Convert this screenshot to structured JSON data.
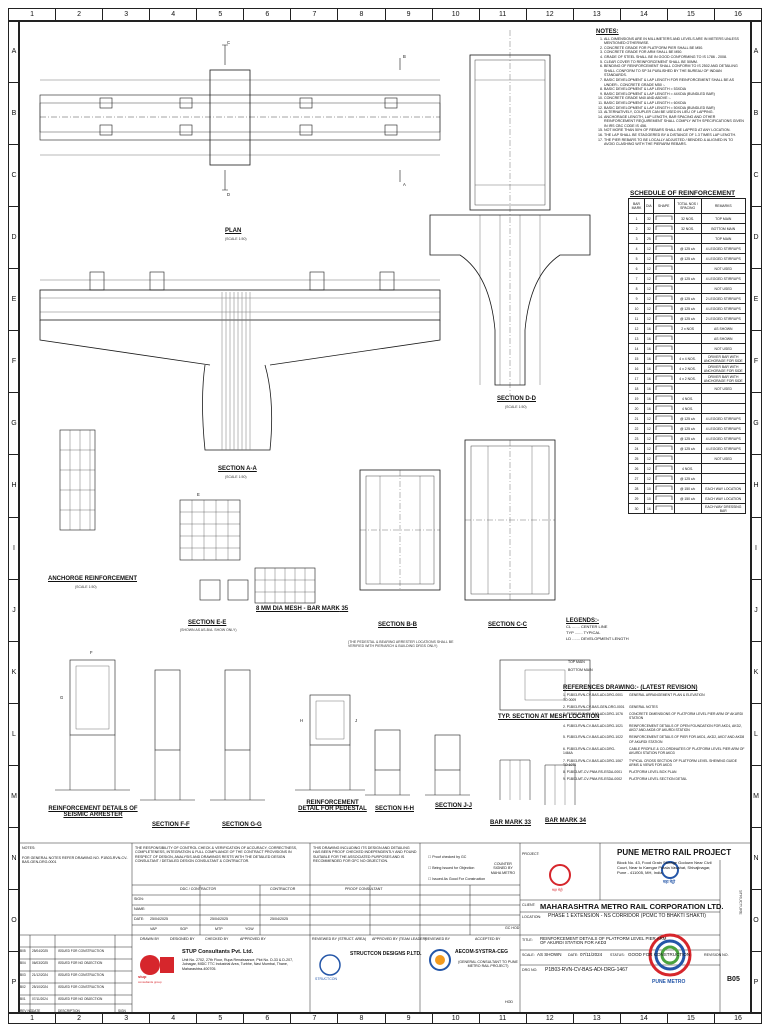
{
  "ruler": {
    "cols": [
      "1",
      "2",
      "3",
      "4",
      "5",
      "6",
      "7",
      "8",
      "9",
      "10",
      "11",
      "12",
      "13",
      "14",
      "15",
      "16"
    ],
    "rows": [
      "A",
      "B",
      "C",
      "D",
      "E",
      "F",
      "G",
      "H",
      "I",
      "J",
      "K",
      "L",
      "M",
      "N",
      "O",
      "P"
    ]
  },
  "views": {
    "plan": "PLAN",
    "section_aa": "SECTION A-A",
    "section_dd": "SECTION D-D",
    "anchorage": "ANCHORGE REINFORCEMENT",
    "section_ee": "SECTION E-E",
    "mesh": "8 MM DIA MESH - BAR MARK",
    "mesh_mark": "35",
    "section_bb": "SECTION B-B",
    "section_cc": "SECTION C-C",
    "seismic": "REINFORCEMENT DETAILS OF SEISMIC ARRESTER",
    "section_ff": "SECTION F-F",
    "section_gg": "SECTION G-G",
    "pedestal": "REINFORCEMENT DETAIL FOR PEDESTAL",
    "section_hh": "SECTION H-H",
    "section_jj": "SECTION J-J",
    "typ_section": "TYP. SECTION AT MESH LOCATION",
    "bar_33": "BAR MARK",
    "bar_33_no": "33",
    "bar_34": "BAR MARK",
    "bar_34_no": "34",
    "scale": "(SCALE 1:50)",
    "section_ee_note": "(SHOWN AS AS-B/A. SHOW ONLY)",
    "section_bb_note": "(THE PEDESTAL & BEARING ARRESTER LOCATIONS SHALL BE VERIFIED WITH PIER/ARCH & BUILDING DRGS ONLY)",
    "cut_a": "A",
    "cut_b": "B",
    "cut_c": "C",
    "cut_d": "D",
    "cut_e": "E",
    "cut_f": "F",
    "cut_g": "G",
    "cut_h": "H",
    "cut_j": "J"
  },
  "notes": {
    "title": "NOTES:",
    "items": [
      "ALL DIMENSIONS ARE IN MILLIMETERS AND LEVELS ARE IN METERS UNLESS MENTIONED OTHERWISE.",
      "CONCRETE GRADE FOR PLATFORM PIER SHALL BE M50.",
      "CONCRETE GRADE FOR ARM SHALL BE M50.",
      "GRADE OF STEEL SHALL BE IN GOOD CONFORMING TO IS 1786 - 2008.",
      "CLEAR COVER TO REINFORCEMENT SHALL BE 50MM.",
      "BENDING OF REINFORCEMENT SHALL CONFORM TO IS 2502 AND DETAILING SHALL CONFORM TO SP 34 PUBLISHED BY THE BUREAU OF INDIAN STANDARDS.",
      "BASIC DEVELOPMENT & LAP LENGTH FOR REINFORCEMENT SHALL BE AS UNDER:- CONCRETE GRADE M50 :-",
      "BASIC DEVELOPMENT & LAP LENGTH = 53XDIA",
      "BASIC DEVELOPMENT & LAP LENGTH = 44XDIA (BUNDLED BAR)",
      "CONCRETE GRADE M40 AND ABOVE :-",
      "BASIC DEVELOPMENT & LAP LENGTH = 60XDIA",
      "BASIC DEVELOPMENT & LAP LENGTH = 50XDIA (BUNDLED BAR)",
      "ALTERNATIVELY, COUPLER CAN BE USED IN LIEU OF LAPPING.",
      "ANCHORAGE LENGTH, LAP LENGTH, BAR SPACING AND OTHER REINFORCEMENT REQUIREMENT SHALL COMPLY WITH SPECIFICATIONS GIVEN IN IRS CBC CODE IS 456.",
      "NOT MORE THAN 50% OF REBARS SHALL BE LAPPED AT ANY LOCATION.",
      "THE LAP SHALL BE STAGGERED BY A DISTANCE OF 1.3 TIMES LAP LENGTH.",
      "THE PIER REBARS TO BE LOCALLY ADJUSTED / BENDED & ALIGNED IN TO AVOID CLASHING WITH THE PIERARM REBARS."
    ]
  },
  "schedule": {
    "title": "SCHEDULE OF REINFORCEMENT",
    "headers": [
      "BAR MARK",
      "DIA",
      "SHAPE",
      "TOTAL NOS / SPACING",
      "REMARKS"
    ],
    "rows": [
      [
        "1",
        "32",
        "",
        "32 NOS.",
        "TOP MAIN"
      ],
      [
        "2",
        "32",
        "",
        "32 NOS.",
        "BOTTOM MAIN"
      ],
      [
        "3",
        "25",
        "",
        "",
        "TOP MAIN"
      ],
      [
        "4",
        "12",
        "",
        "@ 125 c/c",
        "4 LEGGED STIRRUPS"
      ],
      [
        "5",
        "12",
        "",
        "@ 125 c/c",
        "4 LEGGED STIRRUPS"
      ],
      [
        "6",
        "12",
        "",
        "",
        "NOT USED"
      ],
      [
        "7",
        "12",
        "",
        "@ 125 c/c",
        "4 LEGGED STIRRUPS"
      ],
      [
        "8",
        "12",
        "",
        "",
        "NOT USED"
      ],
      [
        "9",
        "12",
        "",
        "@ 125 c/c",
        "2 LEGGED STIRRUPS"
      ],
      [
        "10",
        "12",
        "",
        "@ 125 c/c",
        "4 LEGGED STIRRUPS"
      ],
      [
        "11",
        "12",
        "",
        "@ 125 c/c",
        "2 LEGGED STIRRUPS"
      ],
      [
        "12",
        "16",
        "",
        "2 x NOS",
        "AS SHOWN"
      ],
      [
        "13",
        "16",
        "",
        "",
        "AS SHOWN"
      ],
      [
        "14",
        "16",
        "",
        "",
        "NOT USED"
      ],
      [
        "15",
        "16",
        "",
        "4 x 4 NOS.",
        "DRIVER BAR WITH ANCHORAGE FOR SIDE"
      ],
      [
        "16",
        "16",
        "",
        "4 x 2 NOS.",
        "DRIVER BAR WITH ANCHORAGE FOR SIDE"
      ],
      [
        "17",
        "16",
        "",
        "4 x 2 NOS.",
        "DRIVER BAR WITH ANCHORAGE FOR SIDE"
      ],
      [
        "18",
        "16",
        "",
        "",
        "NOT USED"
      ],
      [
        "19",
        "16",
        "",
        "4 NOS.",
        ""
      ],
      [
        "20",
        "16",
        "",
        "4 NOS.",
        ""
      ],
      [
        "21",
        "12",
        "",
        "@ 125 c/c",
        "4 LEGGED STIRRUPS"
      ],
      [
        "22",
        "12",
        "",
        "@ 125 c/c",
        "4 LEGGED STIRRUPS"
      ],
      [
        "23",
        "12",
        "",
        "@ 125 c/c",
        "4 LEGGED STIRRUPS"
      ],
      [
        "24",
        "12",
        "",
        "@ 125 c/c",
        "4 LEGGED STIRRUPS"
      ],
      [
        "25",
        "12",
        "",
        "",
        "NOT USED"
      ],
      [
        "26",
        "12",
        "",
        "4 NOS.",
        ""
      ],
      [
        "27",
        "12",
        "",
        "@ 125 c/c",
        ""
      ],
      [
        "28",
        "10",
        "",
        "@ 150 c/c",
        "EACH WAY LOCATION"
      ],
      [
        "29",
        "10",
        "",
        "@ 150 c/c",
        "EACH WAY LOCATION"
      ],
      [
        "30",
        "16",
        "",
        "",
        "EACH WAY DRESSING BAR"
      ]
    ]
  },
  "legends": {
    "title": "LEGENDS:-",
    "items": [
      "CL ....... CENTER LINE",
      "TYP ....... TYPICAL",
      "LD ....... DEVELOPMENT LENGTH"
    ],
    "top_main": "TOP MAIN",
    "bottom_main": "BOTTOM MAIN"
  },
  "references": {
    "title": "REFERENCES DRAWING:- (LATEST REVISION)",
    "rows": [
      [
        "1. P1B03-RVN-CV-BAS-ADI-DRG-0001 TO 0009",
        "GENERAL ARRANGEMENT PLAN & ELEVATION"
      ],
      [
        "2. P1B03-RVN-CV-BAS-GEN-DRG-0001",
        "GENERAL NOTES"
      ],
      [
        "3. P1B03-RVN-CV-BAS-ADI-DRG-1076",
        "CONCRETE DIMENSIONS OF PLATFORM LEVEL PIER ARM OF AKURDI STATION"
      ],
      [
        "4. P1B03-RVN-CV-BAS-ADI-DRG-1021",
        "REINFORCEMENT DETAILS OF OPEN FOUNDATION FOR AKD1, AKD2, AKD7 AND AKD8 OF AKURDI STATION"
      ],
      [
        "5. P1B03-RVN-CV-BAS-ADI-DRG-1022",
        "REINFORCEMENT DETAILS OF PIER FOR AKD1, AKD2, AKD7 AND AKD8 OF AKURDI STATION"
      ],
      [
        "6. P1B03-RVN-CV-BAS-ADI-DRG-1464A",
        "CABLE PROFILE & CO-ORDINATES OF PLATFORM LEVEL PIER ARM OF AKURDI STATION FOR AKD3"
      ],
      [
        "7. P1B03-RVN-CV-BAS-ADI-DRG-1067 TO 1075",
        "TYPICAL CROSS SECTION OF PLATFORM LEVEL SHEWING GUIDE ARMS & VIEWS FOR AKD3"
      ],
      [
        "8. P1B03-MT-CV-PNM-RS-ESDA-0001",
        "PLATFORM LEVEL BOX PLAN"
      ],
      [
        "9. P1B03-MT-CV-PNM-RS-ESDA-0002",
        "PLATFORM LEVEL SECTION DETAIL"
      ]
    ]
  },
  "titleblock": {
    "notes_label": "NOTES:",
    "note_1": "FOR GENERAL NOTES REFER DRAWING NO. P1B03-RVN-CV-BAS-GEN-DRG-0001",
    "responsibility": "THE RESPONSIBILITY OF CONTROL CHECK & VERIFICATION OF ACCURACY, CORRECTNESS, COMPLETENESS, INTEGRATION & FULL COMPLIANCE OF THE CONTRACT PROVISIONS IN RESPECT OF DESIGN, ANALYSIS AND DRAWINGS RESTS WITH THE DETAILED DESIGN CONSULTANT / DETAILED DESIGN CONSULTANT & CONTRACTOR.",
    "proof_note": "THIS DRAWING INCLUDING ITS DESIGN AND DETAILING HAS BEEN PROOF CHECKED INDEPENDENTLY AND FOUND SUITABLE FOR THE ASSOCIATED PURPOSES AND IS RECOMMENDED FOR GFC NO OBJECTION.",
    "ddc_contractor": "DDC / CONTRACTOR",
    "contractor": "CONTRACTOR",
    "proof_consultant": "PROOF CONSULTANT",
    "stamp_1": "Proof checked by GC",
    "stamp_2": "Being Issued for Objection",
    "stamp_3": "Issued As Good For Construction",
    "counter_signed": "COUNTER SIGNED BY MAHA METRO",
    "sign_label": "SIGN:",
    "name_label": "NAME:",
    "date_label": "DATE:",
    "date_1": "25/04/2025",
    "date_2": "25/04/2025",
    "date_3": "25/04/2025",
    "name_1": "VAP",
    "name_2": "SGP",
    "name_3": "MTP",
    "name_4": "YGW",
    "drawn_by": "DRAWN BY",
    "designed_by": "DESIGNED BY",
    "checked_by": "CHECKED BY",
    "approved_by": "APPROVED BY",
    "reviewed_by": "REVIEWED BY (STRUCT. AREA)",
    "approved_by_2": "APPROVED BY (TEAM LEADER)",
    "reviewed_by_2": "REVIEWED BY",
    "accepted_by": "ACCEPTED BY",
    "gc_hod": "GC HOD",
    "hod": "HOD",
    "rev_header": [
      "REV NO.",
      "DATE",
      "DESCRIPTION",
      "SIGN"
    ],
    "revs": [
      [
        "B05",
        "25/04/2025",
        "ISSUED FOR CONSTRUCTION",
        ""
      ],
      [
        "B04",
        "06/03/2025",
        "ISSUED FOR NO OBJECTION",
        ""
      ],
      [
        "B03",
        "21/12/2024",
        "ISSUED FOR CONSTRUCTION",
        ""
      ],
      [
        "B02",
        "25/10/2024",
        "ISSUED FOR CONSTRUCTION",
        ""
      ],
      [
        "B01",
        "07/11/2024",
        "ISSUED FOR NO OBJECTION",
        ""
      ]
    ],
    "stup_name": "STUP Consultants Pvt. Ltd.",
    "stup_addr": "Unit No. 2702, 27th Floor, Rupa Renaissance, Plot No. D-33 & D-207, Juinagar, MIDC TTC Industrial Area, Turbhe, Navi Mumbai, Thane, Maharashtra-400705.",
    "stup_logo": "stup",
    "stup_tag": "consultants group",
    "structcon_name": "STRUCTCON DESIGNS P.LTD.",
    "structcon_logo": "STRUCTCON",
    "aecom": "AECOM-SYSTRA-CEG",
    "aecom_sub": "(GENERAL CONSULTANT TO PUNE METRO RAIL PROJECT)",
    "project_label": "PROJECT:",
    "project_title": "PUNE METRO RAIL PROJECT",
    "project_addr": "Block No. 43, Food Grain Storage Godown Near Civil Court, Near to Kamgar Putala Vasahat, Shivajinagar, Pune - 411005, MH, India",
    "maha_metro": "महा मेट्रो",
    "pune_metro": "PUNE METRO",
    "client_label": "CLIENT:",
    "client": "MAHARASHTRA METRO RAIL CORPORATION LTD.",
    "location_label": "LOCATION:",
    "location": "PHASE 1 EXTENSION - NS CORRIDOR (PCMC TO BHAKTI SHAKTI)",
    "title_label": "TITLE:",
    "title": "REINFORCEMENT DETAILS OF PLATFORM LEVEL PIER ARM OF AKURDI STATION FOR AKD3",
    "scale_label": "SCALE:",
    "scale_val": "AS SHOWN",
    "date_label_2": "DATE:",
    "date_val": "07/11/2024",
    "status_label": "STATUS:",
    "status_val": "GOOD FOR CONSTRUCTION",
    "drg_label": "DRG NO.",
    "drg_no": "P1B03-RVN-CV-BAS-ADI-DRG-1467",
    "rev_label": "REVISION NO.",
    "rev_no": "B05",
    "structure": "STRUCTURE"
  },
  "colors": {
    "line": "#1a1a1a",
    "grid": "#444444",
    "highlight": "#d96",
    "logo_red": "#d6262c",
    "logo_blue": "#2456a8",
    "logo_orange": "#f39a1e",
    "logo_green": "#4aa33f"
  }
}
